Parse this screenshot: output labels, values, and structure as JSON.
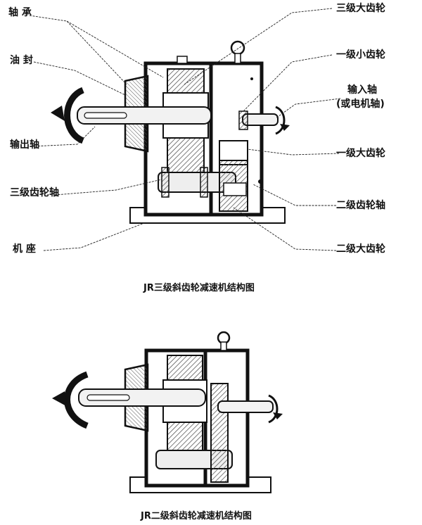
{
  "labels": {
    "bearing": "轴 承",
    "oil_seal": "油 封",
    "output_shaft": "输出轴",
    "stage3_gear_shaft": "三级齿轮轴",
    "base": "机 座",
    "stage3_large_gear": "三级大齿轮",
    "stage1_pinion": "一级小齿轮",
    "input_shaft": "输入轴",
    "input_shaft_note": "(或电机轴)",
    "stage1_large_gear": "一级大齿轮",
    "stage2_gear_shaft": "二级齿轮轴",
    "stage2_large_gear": "二级大齿轮"
  },
  "captions": {
    "top": "JR三级斜齿轮减速机结构图",
    "bottom": "JR二级斜齿轮减速机结构图"
  },
  "colors": {
    "ink": "#111111",
    "hatch": "#555555",
    "shaft_fill": "#dddddd"
  }
}
